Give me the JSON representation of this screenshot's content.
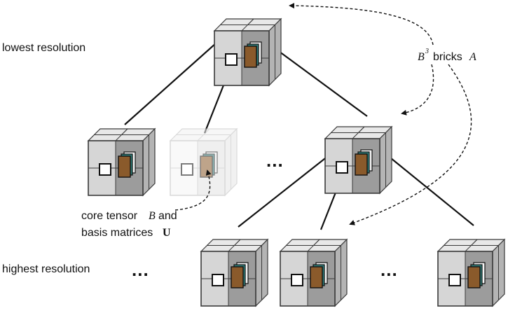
{
  "labels": {
    "lowest": "lowest resolution",
    "highest": "highest resolution",
    "bricks_text": "bricks",
    "bricks_base": "B",
    "bricks_exp": "3",
    "bricks_symbol": "A",
    "core_line1_a": "core tensor ",
    "core_line1_sym": "B",
    "core_line1_b": "and",
    "core_line2_a": "basis matrices ",
    "core_line2_sym": "U",
    "ellipsis": "..."
  },
  "colors": {
    "cube_light": "#d6d6d6",
    "cube_mid": "#c4c4c4",
    "cube_dark": "#9c9c9c",
    "cube_edge": "#3a3a3a",
    "faded_edge": "#bdbdbd",
    "brown": "#8a5a2b",
    "teal": "#2f7f7a"
  }
}
